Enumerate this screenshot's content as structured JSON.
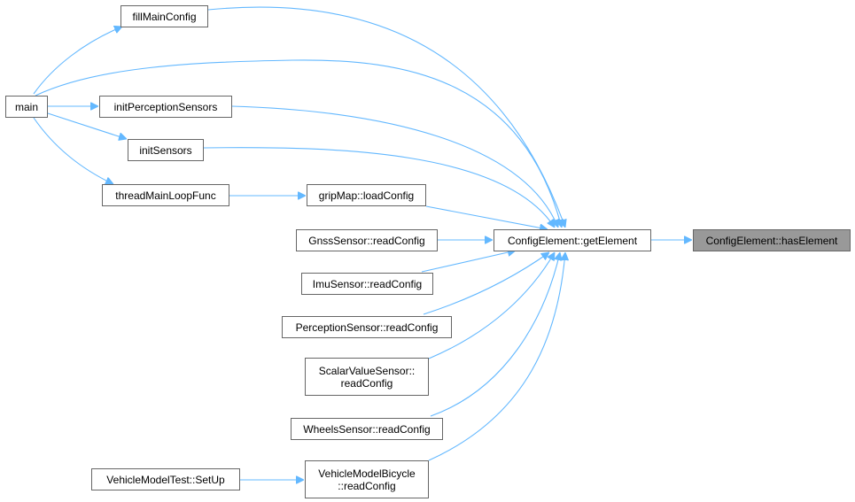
{
  "diagram": {
    "title": "call graph of ConfigElement::hasElement",
    "colors": {
      "edge": "#63b8ff",
      "border": "#666666",
      "highlight_fill": "#999999",
      "background": "#ffffff"
    },
    "nodes": {
      "has_element": {
        "label": "ConfigElement::hasElement"
      },
      "get_element": {
        "label": "ConfigElement::getElement"
      },
      "fill_main_config": {
        "label": "fillMainConfig"
      },
      "main": {
        "label": "main"
      },
      "init_perception_sensors": {
        "label": "initPerceptionSensors"
      },
      "init_sensors": {
        "label": "initSensors"
      },
      "thread_main_loop_func": {
        "label": "threadMainLoopFunc"
      },
      "grip_map_load_config": {
        "label": "gripMap::loadConfig"
      },
      "gnss_sensor_read_config": {
        "label": "GnssSensor::readConfig"
      },
      "imu_sensor_read_config": {
        "label": "ImuSensor::readConfig"
      },
      "perception_sensor_read_config": {
        "label": "PerceptionSensor::readConfig"
      },
      "scalar_value_sensor_read_config": {
        "line1": "ScalarValueSensor::",
        "line2": "readConfig"
      },
      "wheels_sensor_read_config": {
        "label": "WheelsSensor::readConfig"
      },
      "vehicle_model_bicycle_read_config": {
        "line1": "VehicleModelBicycle",
        "line2": "::readConfig"
      },
      "vehicle_model_test_setup": {
        "label": "VehicleModelTest::SetUp"
      }
    }
  }
}
